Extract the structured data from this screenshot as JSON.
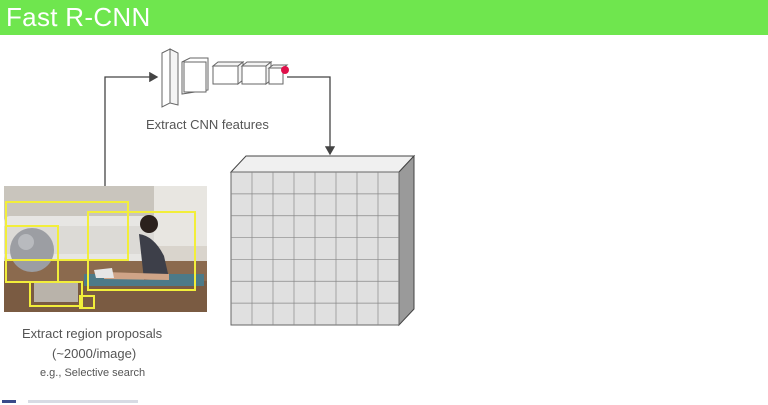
{
  "slide": {
    "title": "Fast R-CNN"
  },
  "steps": {
    "cnn_label": "Extract CNN features",
    "proposals_line1": "Extract region proposals",
    "proposals_line2": "(~2000/image)",
    "proposals_example": "e.g., Selective search"
  },
  "colors": {
    "title_bar": "#6fe64e",
    "proposal_box": "#f2ee3a",
    "marker_dot": "#e0104a",
    "feature_map": "#e0e0e0"
  },
  "feature_map": {
    "rows": 7,
    "cols": 8
  }
}
